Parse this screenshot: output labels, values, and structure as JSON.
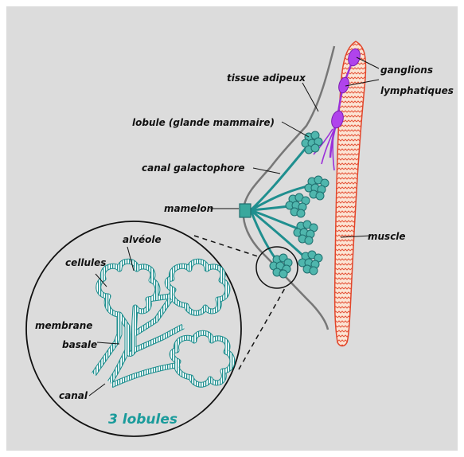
{
  "labels": {
    "tissue_adipeux": "tissue adipeux",
    "lobule": "lobule (glande mammaire)",
    "canal_galactophore": "canal galactophore",
    "mamelon": "mamelon",
    "ganglions_line1": "ganglions",
    "ganglions_line2": "lymphatiques",
    "muscle": "muscle",
    "alveole": "alvéole",
    "cellules": "cellules",
    "membrane_line1": "membrane",
    "membrane_line2": "basale",
    "canal": "canal",
    "lobules_caption": "3 lobules"
  },
  "colors": {
    "background": "#dcdcdc",
    "duct": "#1f8f8f",
    "lobule_fill": "#4fb6ad",
    "lymph": "#9b30d9",
    "muscle_fill": "#fbe4d4",
    "muscle_wave": "#e2452a",
    "skin": "#777777"
  }
}
